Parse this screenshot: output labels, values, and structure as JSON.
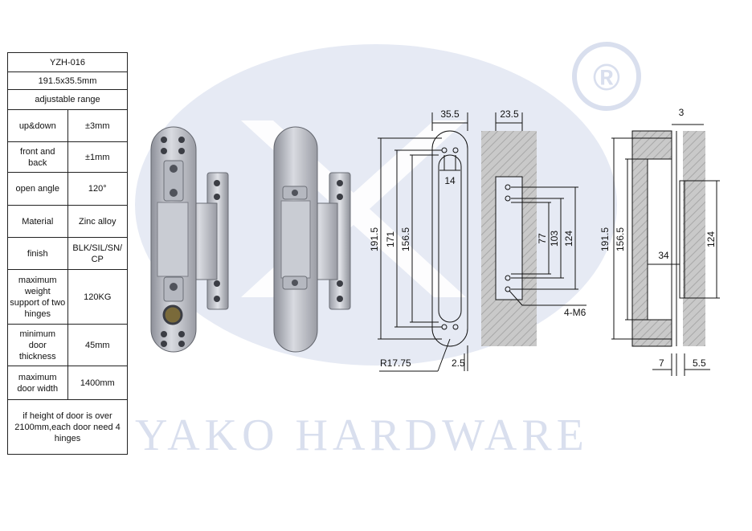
{
  "model": "YZH-016",
  "size": "191.5x35.5mm",
  "range_heading": "adjustable range",
  "specs": [
    {
      "label": "up&down",
      "value": "±3mm"
    },
    {
      "label": "front and back",
      "value": "±1mm"
    },
    {
      "label": "open angle",
      "value": "120°"
    },
    {
      "label": "Material",
      "value": "Zinc alloy"
    },
    {
      "label": "finish",
      "value": "BLK/SIL/SN/ CP"
    },
    {
      "label": "maximum weight support of two hinges",
      "value": "120KG"
    },
    {
      "label": "minimum door thickness",
      "value": "45mm"
    },
    {
      "label": "maximum door width",
      "value": "1400mm"
    }
  ],
  "note": "if height of door is over 2100mm,each door need 4 hinges",
  "watermark": {
    "text": "YAKO HARDWARE",
    "registered": "®",
    "color": "#d9dfee"
  },
  "drawing1": {
    "width": "35.5",
    "hole_spacing": "14",
    "height": "191.5",
    "d171": "171",
    "d156": "156.5",
    "radius": "R17.75",
    "offset": "2.5"
  },
  "drawing2": {
    "width": "23.5",
    "d77": "77",
    "d103": "103",
    "d124": "124",
    "screws": "4-M6"
  },
  "drawing3": {
    "top": "3",
    "height": "191.5",
    "d156": "156.5",
    "d34": "34",
    "d124": "124",
    "d7": "7",
    "d55": "5.5"
  }
}
